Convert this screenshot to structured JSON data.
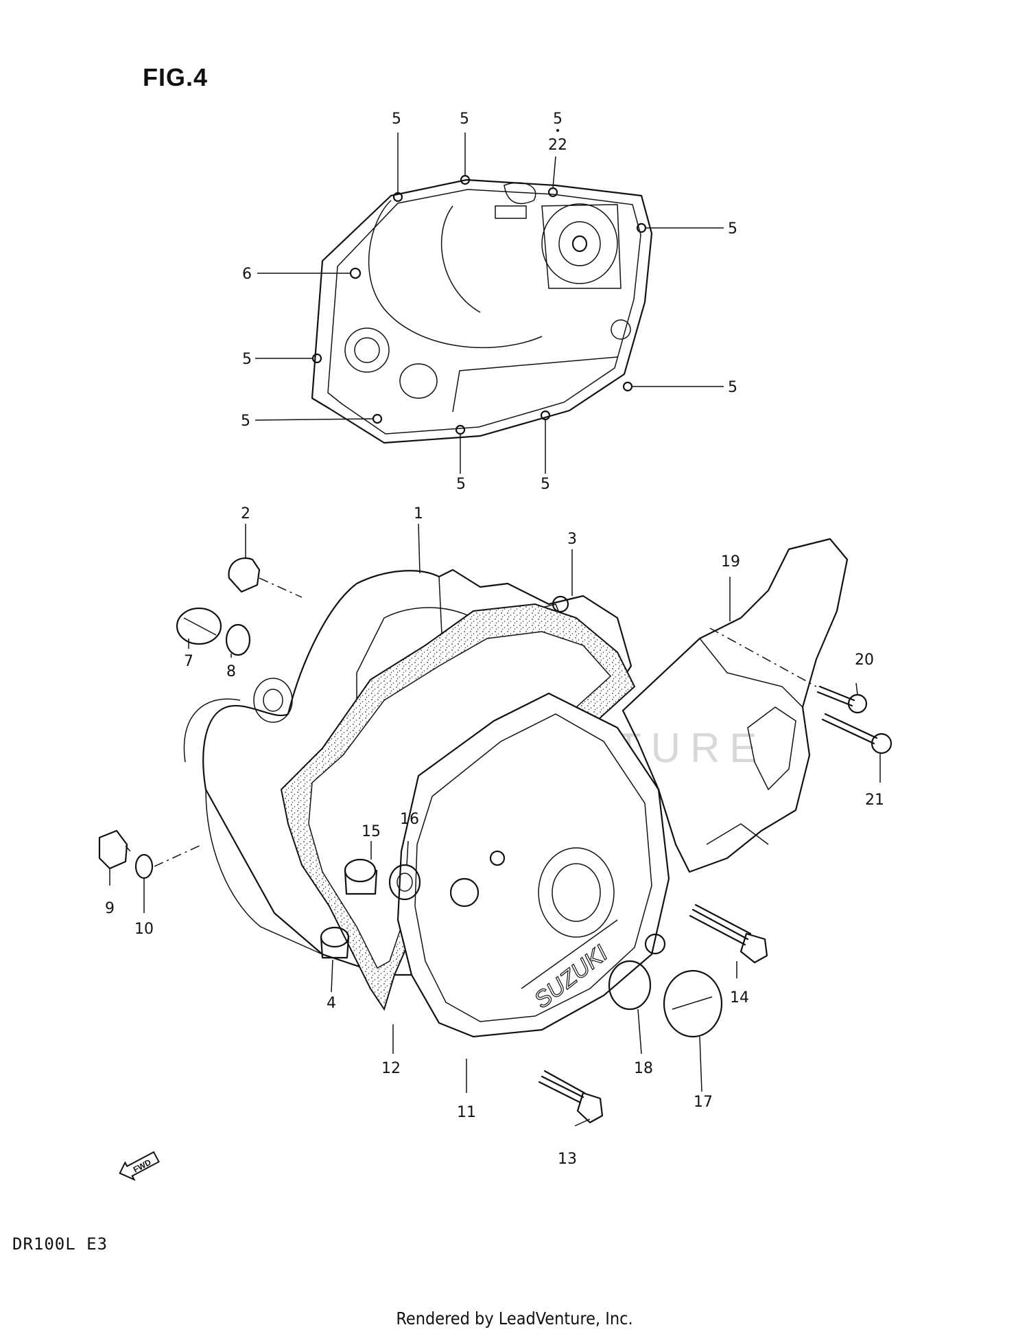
{
  "figure": {
    "title": "FIG.4",
    "model": "DR100L E3",
    "credit": "Rendered by LeadVenture, Inc.",
    "watermark": "LEADVENTURE"
  },
  "callouts": {
    "top_5a": "5",
    "top_5b": "5",
    "top_5c": "5",
    "top_22": "22",
    "left_6": "6",
    "right_5a": "5",
    "left_5a": "5",
    "right_5b": "5",
    "left_5b": "5",
    "bottom_5a": "5",
    "bottom_5b": "5",
    "c1": "1",
    "c2": "2",
    "c3": "3",
    "c4": "4",
    "c7": "7",
    "c8": "8",
    "c9": "9",
    "c10": "10",
    "c11": "11",
    "c12": "12",
    "c13": "13",
    "c14": "14",
    "c15": "15",
    "c16": "16",
    "c17": "17",
    "c18": "18",
    "c19": "19",
    "c20": "20",
    "c21": "21"
  },
  "fwd_badge": "FWD"
}
